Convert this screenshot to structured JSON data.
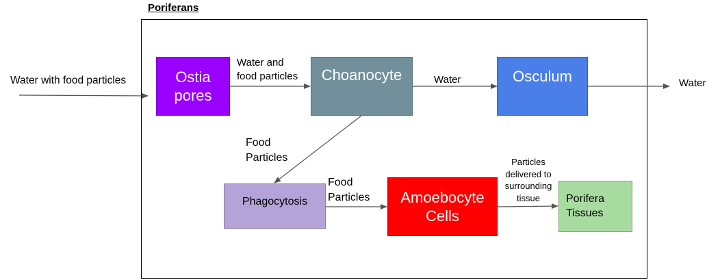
{
  "title": "Poriferans",
  "colors": {
    "ostia": "#9a00ff",
    "choanocyte": "#71909c",
    "osculum": "#4a7ee8",
    "phagocytosis": "#b4a3d9",
    "amoebocyte": "#ff0000",
    "tissues": "#a8dba0",
    "edge": "#555555"
  },
  "nodes": {
    "ostia": "Ostia\npores",
    "choanocyte": "Choanocyte",
    "osculum": "Osculum",
    "phagocytosis": "Phagocytosis",
    "amoebocyte": "Amoebocyte\nCells",
    "tissues": "Porifera\nTissues"
  },
  "edges": {
    "input": "Water with food particles",
    "ostia_to_choanocyte": "Water and\nfood particles",
    "choanocyte_to_osculum": "Water",
    "output": "Water",
    "choanocyte_to_phagocytosis": "Food\nParticles",
    "phagocytosis_to_amoebocyte": "Food\nParticles",
    "amoebocyte_to_tissues": "Particles\ndelivered to\nsurrounding\ntissue"
  }
}
